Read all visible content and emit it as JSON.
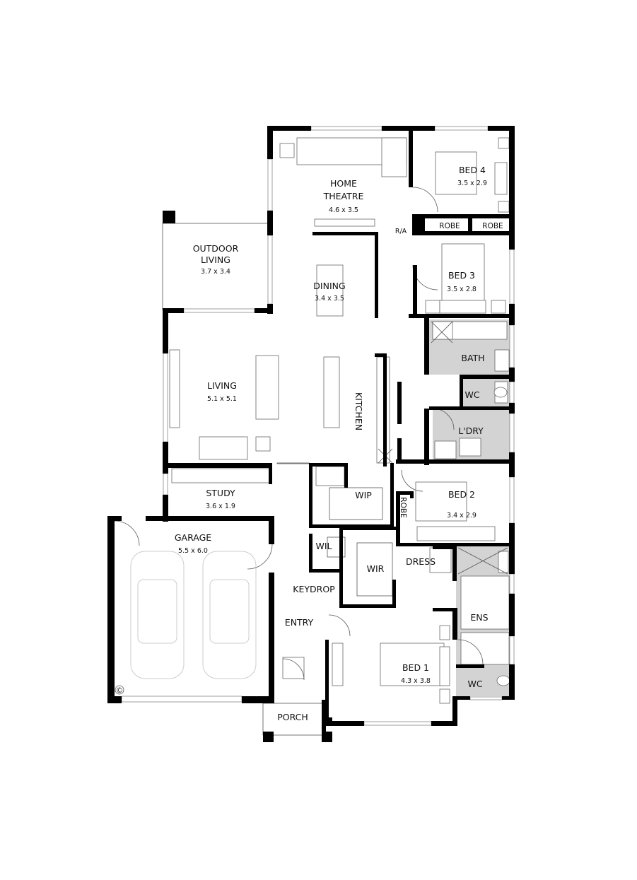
{
  "colors": {
    "wall": "#000000",
    "wet_area": "#d3d3d3",
    "background": "#ffffff"
  },
  "rooms": {
    "home_theatre": {
      "name_line1": "HOME",
      "name_line2": "THEATRE",
      "size": "4.6 x 3.5"
    },
    "bed4": {
      "name": "BED 4",
      "size": "3.5 x 2.9"
    },
    "robe_a": {
      "name": "ROBE"
    },
    "robe_b": {
      "name": "ROBE"
    },
    "ra": {
      "name": "R/A"
    },
    "bed3": {
      "name": "BED 3",
      "size": "3.5 x 2.8"
    },
    "outdoor_living": {
      "name_line1": "OUTDOOR",
      "name_line2": "LIVING",
      "size": "3.7 x 3.4"
    },
    "dining": {
      "name": "DINING",
      "size": "3.4 x 3.5"
    },
    "living": {
      "name": "LIVING",
      "size": "5.1 x 5.1"
    },
    "kitchen": {
      "name": "KITCHEN"
    },
    "bath": {
      "name": "BATH"
    },
    "wc1": {
      "name": "WC"
    },
    "laundry": {
      "name": "L'DRY"
    },
    "study": {
      "name": "STUDY",
      "size": "3.6 x 1.9"
    },
    "wip": {
      "name": "WIP"
    },
    "bed2": {
      "name": "BED 2",
      "size": "3.4 x 2.9"
    },
    "robe_c": {
      "name": "ROBE"
    },
    "garage": {
      "name": "GARAGE",
      "size": "5.5 x 6.0"
    },
    "wil": {
      "name": "WIL"
    },
    "wir": {
      "name": "WIR"
    },
    "dress": {
      "name": "DRESS"
    },
    "ens": {
      "name": "ENS"
    },
    "keydrop": {
      "name": "KEYDROP"
    },
    "entry": {
      "name": "ENTRY"
    },
    "bed1": {
      "name": "BED 1",
      "size": "4.3 x 3.8"
    },
    "wc2": {
      "name": "WC"
    },
    "porch": {
      "name": "PORCH"
    }
  },
  "copyright_mark": "©"
}
